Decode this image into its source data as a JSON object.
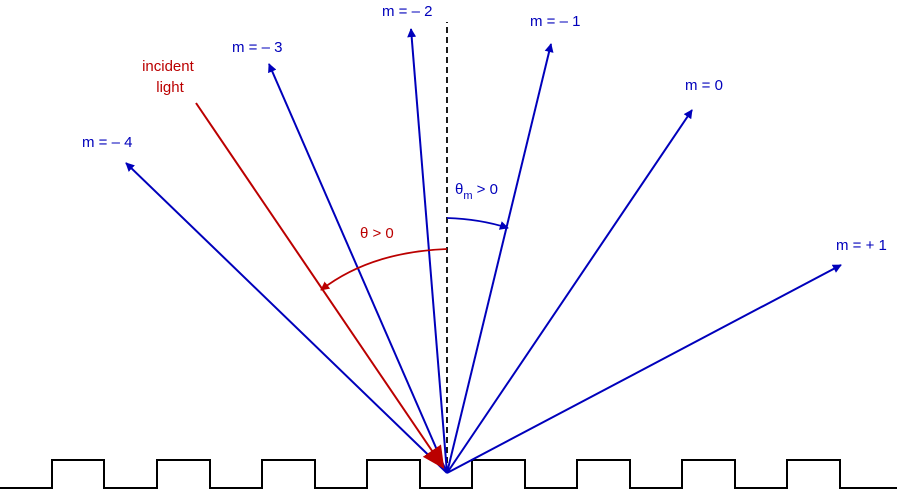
{
  "diagram": {
    "incident_label": [
      "incident",
      "light"
    ],
    "theta_label": "θ > 0",
    "theta_m_label": {
      "symbol": "θ",
      "subscript": "m",
      "rest": " > 0"
    },
    "orders": [
      {
        "label": "m = – 4"
      },
      {
        "label": "m = – 3"
      },
      {
        "label": "m = – 2"
      },
      {
        "label": "m = – 1"
      },
      {
        "label": "m = 0"
      },
      {
        "label": "m = + 1"
      }
    ]
  },
  "colors": {
    "diffracted": "#0000bb",
    "incident": "#bb0000",
    "grating": "#000000",
    "normal": "#000000"
  }
}
